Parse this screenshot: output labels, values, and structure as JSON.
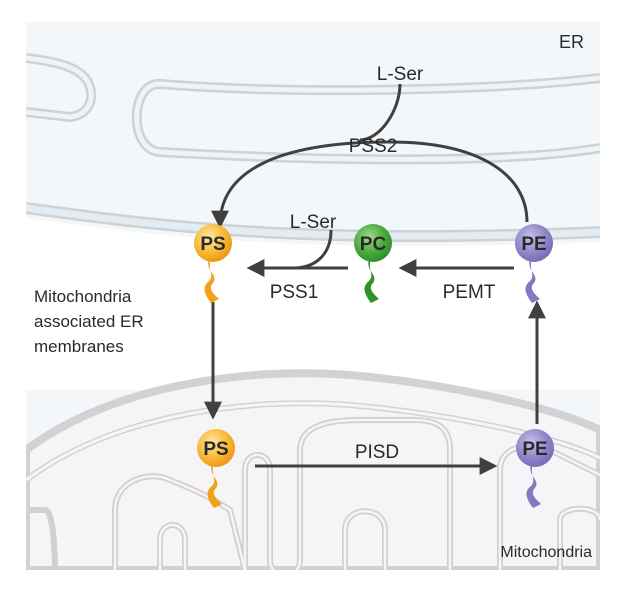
{
  "regions": {
    "er": "ER",
    "mam": [
      "Mitochondria",
      "associated ER",
      "membranes"
    ],
    "mito": "Mitochondria"
  },
  "lipids": {
    "ps_er": {
      "label": "PS",
      "color": "#f5a81c"
    },
    "pc_er": {
      "label": "PC",
      "color": "#3a9c35"
    },
    "pe_er": {
      "label": "PE",
      "color": "#8a7fc4"
    },
    "ps_mito": {
      "label": "PS",
      "color": "#f5a81c"
    },
    "pe_mito": {
      "label": "PE",
      "color": "#8a7fc4"
    }
  },
  "reactions": {
    "lser_top": "L-Ser",
    "pss2": "PSS2",
    "lser_mid": "L-Ser",
    "pss1": "PSS1",
    "pemt": "PEMT",
    "pisd": "PISD"
  },
  "colors": {
    "er_bg": "#f1f6f9",
    "mito_bg": "#f6f3f6",
    "membrane": "#cfd3d6",
    "arrow": "#404040"
  }
}
